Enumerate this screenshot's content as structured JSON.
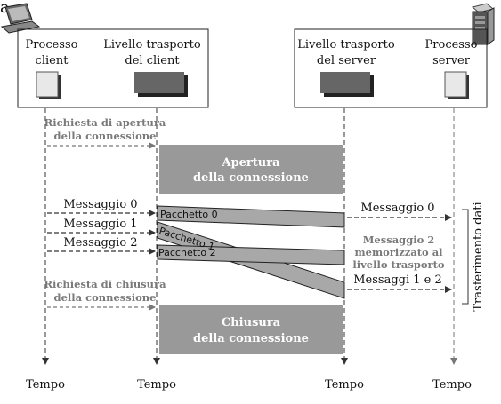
{
  "top_left_char": "a",
  "entities": {
    "client_process": [
      "Processo",
      "client"
    ],
    "client_transport": [
      "Livello trasporto",
      "del client"
    ],
    "server_transport": [
      "Livello trasporto",
      "del server"
    ],
    "server_process": [
      "Processo",
      "server"
    ]
  },
  "boxes": {
    "open": [
      "Apertura",
      "della connessione"
    ],
    "close": [
      "Chiusura",
      "della connessione"
    ]
  },
  "requests": {
    "open": [
      "Richiesta di apertura",
      "della connessione"
    ],
    "close": [
      "Richiesta di chiusura",
      "della connessione"
    ]
  },
  "messages": {
    "m0": "Messaggio  0",
    "m1": "Messaggio  1",
    "m2": "Messaggio  2"
  },
  "packets": {
    "p0": "Pacchetto 0",
    "p1": "Pacchetto 1",
    "p2": "Pacchetto 2"
  },
  "server_side": {
    "m0": "Messaggio  0",
    "buffered": [
      "Messaggio 2",
      "memorizzato al",
      "livello trasporto"
    ],
    "m12": "Messaggi 1 e 2"
  },
  "vertical_label": "Trasferimento dati",
  "time_label": "Tempo"
}
